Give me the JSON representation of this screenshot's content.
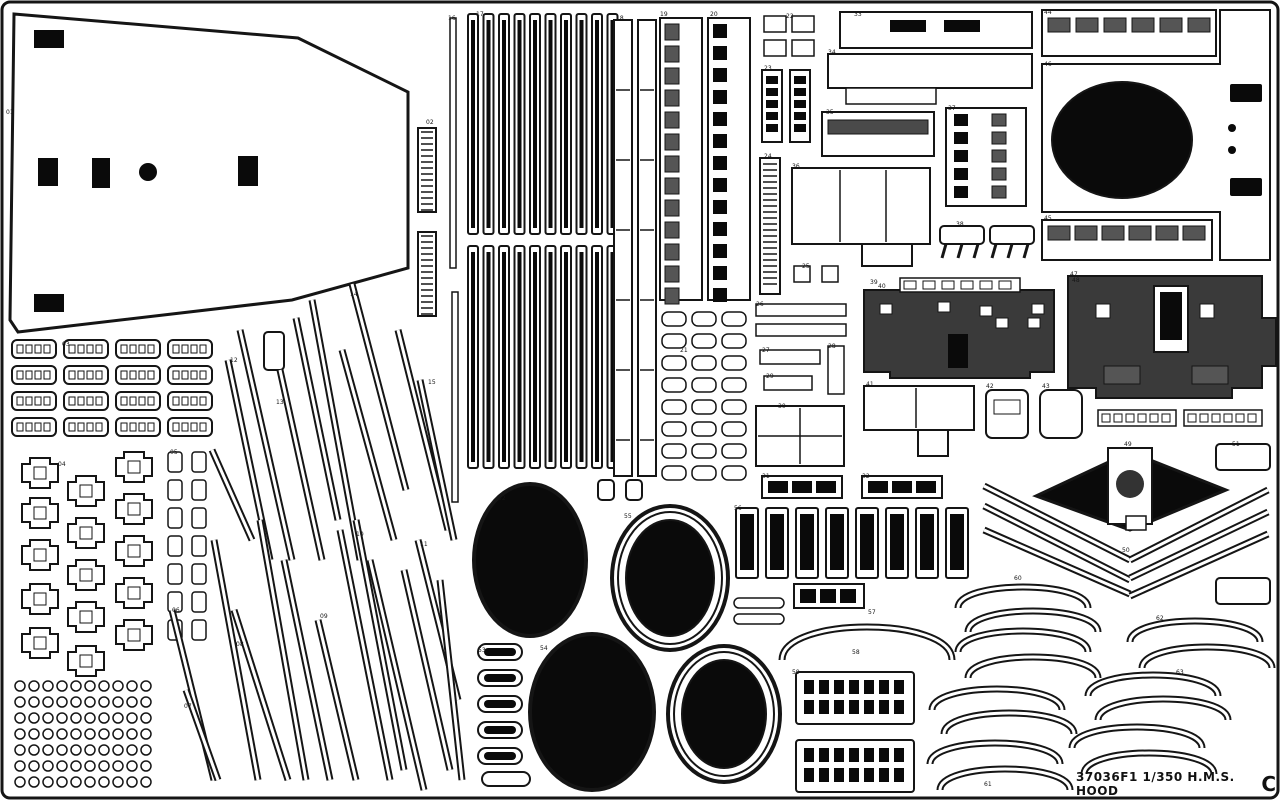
{
  "sheet": {
    "code": "37036F1 1/350 H.M.S. HOOD",
    "letter": "C"
  },
  "part_numbers": [
    "01",
    "02",
    "03",
    "04",
    "05",
    "06",
    "07",
    "08",
    "09",
    "10",
    "11",
    "12",
    "13",
    "14",
    "15",
    "16",
    "17",
    "18",
    "19",
    "20",
    "21",
    "22",
    "23",
    "24",
    "25",
    "26",
    "27",
    "28",
    "29",
    "30",
    "31",
    "32",
    "33",
    "34",
    "35",
    "36",
    "37",
    "38",
    "39",
    "40",
    "41",
    "42",
    "43",
    "44",
    "45",
    "46",
    "47",
    "48",
    "49",
    "50",
    "51",
    "52",
    "53",
    "54",
    "55",
    "56",
    "57",
    "58",
    "59",
    "60",
    "61",
    "62",
    "63"
  ],
  "colors": {
    "metal": "#ffffff",
    "outline": "#151515",
    "etch": "#3a3a3a",
    "solid": "#0a0a0a"
  }
}
